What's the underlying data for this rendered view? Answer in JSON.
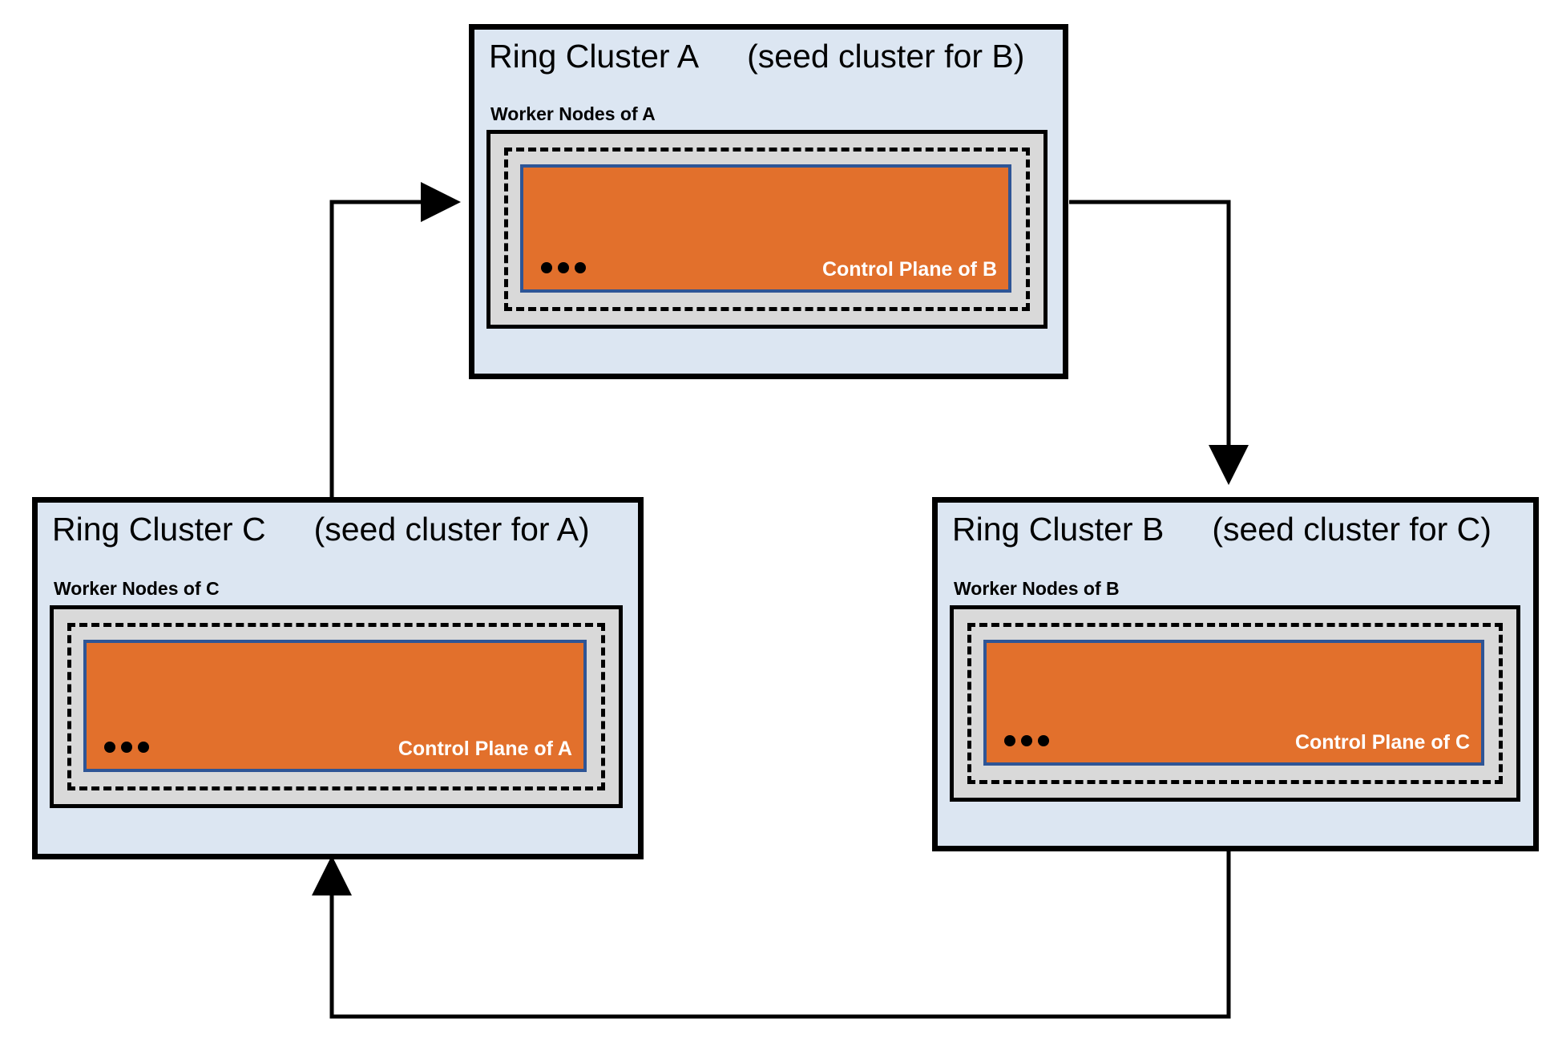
{
  "diagram": {
    "title": "Ring cluster topology with seed cluster relationships",
    "colors": {
      "cluster_fill": "#dce6f2",
      "worker_fill": "#d9d9d9",
      "control_plane_fill": "#e2702c",
      "control_plane_border": "#2e5596",
      "outline": "#000000",
      "label_text": "#ffffff"
    },
    "clusters": [
      {
        "id": "A",
        "name": "Ring Cluster A",
        "seed_note": "(seed cluster for B)",
        "worker_label": "Worker Nodes of A",
        "control_plane_label": "Control Plane of B",
        "ellipsis": "•••"
      },
      {
        "id": "C",
        "name": "Ring Cluster C",
        "seed_note": "(seed cluster for A)",
        "worker_label": "Worker Nodes of C",
        "control_plane_label": "Control Plane of A",
        "ellipsis": "•••"
      },
      {
        "id": "B",
        "name": "Ring Cluster B",
        "seed_note": "(seed cluster for C)",
        "worker_label": "Worker Nodes of B",
        "control_plane_label": "Control Plane of C",
        "ellipsis": "•••"
      }
    ],
    "connections": [
      {
        "id": "c-to-a",
        "from": "Ring Cluster C",
        "to": "Ring Cluster A",
        "direction": "up-then-right"
      },
      {
        "id": "a-to-b",
        "from": "Ring Cluster A",
        "to": "Ring Cluster B",
        "direction": "right-then-down"
      },
      {
        "id": "b-to-c",
        "from": "Ring Cluster B",
        "to": "Ring Cluster C",
        "direction": "down-then-left-then-up"
      }
    ]
  }
}
